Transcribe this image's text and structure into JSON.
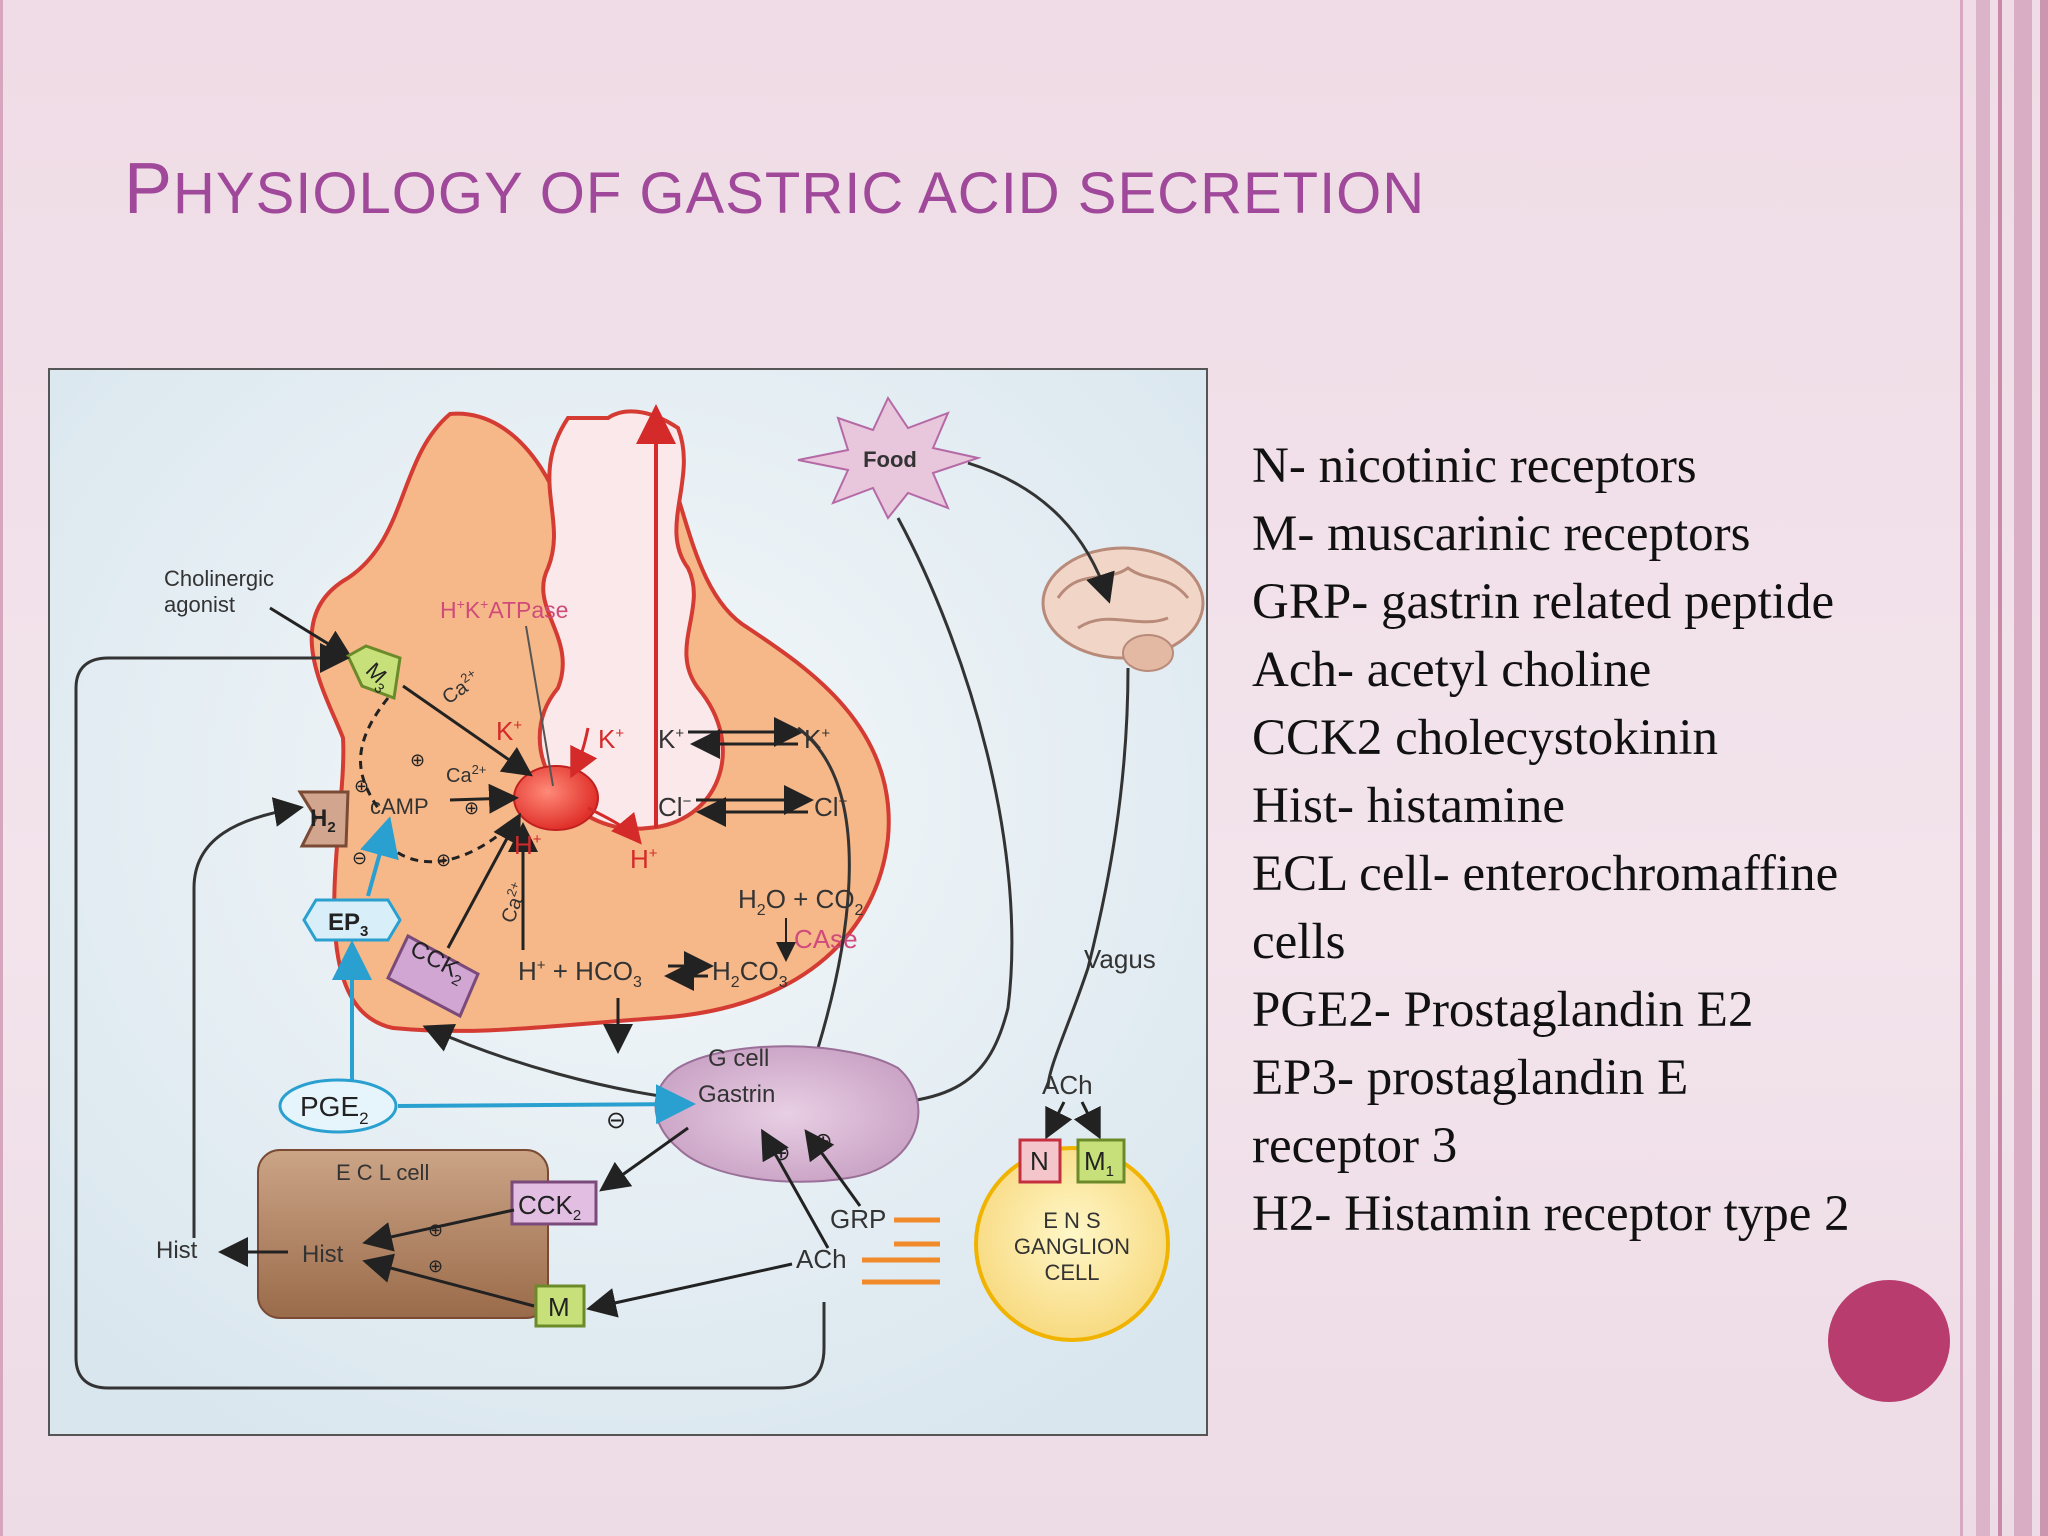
{
  "slide": {
    "title_first": "P",
    "title_rest": "HYSIOLOGY OF GASTRIC ACID SECRETION",
    "accent_color": "#b83c6e",
    "title_color": "#a0489a",
    "legend": [
      "N- nicotinic receptors",
      "M- muscarinic receptors",
      "GRP- gastrin related peptide",
      "Ach- acetyl choline",
      "CCK2 cholecystokinin",
      "Hist- histamine",
      "ECL cell- enterochromaffine",
      "cells",
      "PGE2- Prostaglandin E2",
      "EP3- prostaglandin E",
      "receptor 3",
      "H2- Histamin receptor type 2"
    ]
  },
  "diagram": {
    "food": "Food",
    "cholinergic_1": "Cholinergic",
    "cholinergic_2": "agonist",
    "atpase_h": "H",
    "atpase_k": "K",
    "atpase_rest": "ATPase",
    "m3": "M",
    "m3_sub": "3",
    "h2": "H",
    "h2_sub": "2",
    "camp": "cAMP",
    "ep3": "EP",
    "ep3_sub": "3",
    "cck2": "CCK",
    "cck2_sub": "2",
    "ca": "Ca",
    "ca_sup": "2+",
    "k_ion": "K",
    "plus_sup": "+",
    "cl_ion": "Cl",
    "minus_sup": "−",
    "h_ion": "H",
    "water": "H",
    "water_sub": "2",
    "water_rest": "O + CO",
    "co2_sub": "2",
    "case": "CAse",
    "hco3_left": "H",
    "hco3_mid": " + HCO",
    "hco3_sub": "3",
    "h2co3": "H",
    "h2co3_sub": "2",
    "h2co3_rest": "CO",
    "h2co3_sub2": "3",
    "vagus": "Vagus",
    "gcell": "G cell",
    "gastrin": "Gastrin",
    "pge2": "PGE",
    "pge2_sub": "2",
    "ecl_cell": "E C L cell",
    "ecl_cck2": "CCK",
    "ecl_cck2_sub": "2",
    "hist_inner": "Hist",
    "hist_outer": "Hist",
    "m": "M",
    "grp": "GRP",
    "ach_low": "ACh",
    "ach_top": "ACh",
    "n": "N",
    "m1": "M",
    "m1_sub": "1",
    "ens_1": "E N S",
    "ens_2": "GANGLION",
    "ens_3": "CELL",
    "plus": "⊕",
    "minus": "⊖"
  }
}
